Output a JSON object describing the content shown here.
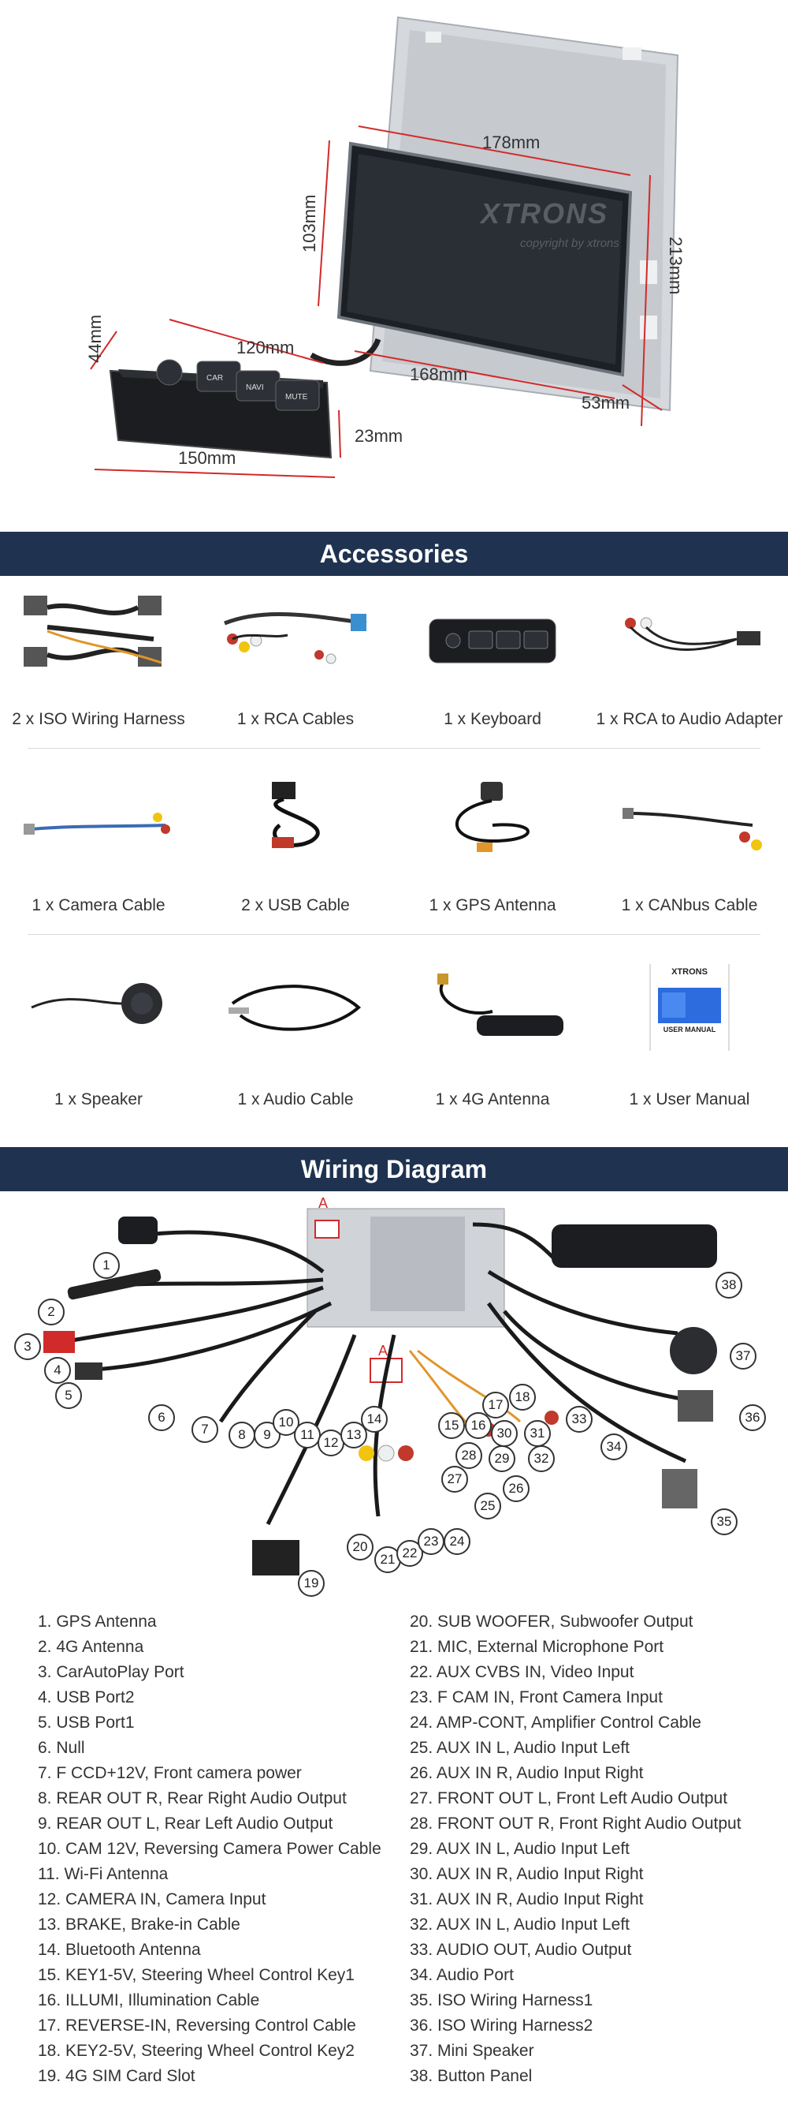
{
  "dimensions": {
    "screen_width": "178mm",
    "screen_height": "103mm",
    "frame_height": "213mm",
    "frame_width": "168mm",
    "frame_depth": "53mm",
    "keyboard_width": "120mm",
    "keyboard_length": "150mm",
    "keyboard_height": "44mm",
    "keyboard_depth": "23mm"
  },
  "keyboard_buttons": [
    "CAR",
    "NAVI",
    "MUTE"
  ],
  "watermark": {
    "brand": "XTRONS",
    "copyright": "copyright by xtrons"
  },
  "accessories": {
    "title": "Accessories",
    "items": [
      {
        "label": "2 x ISO Wiring Harness",
        "icon": "iso-harness-icon"
      },
      {
        "label": "1 x RCA Cables",
        "icon": "rca-cables-icon"
      },
      {
        "label": "1 x Keyboard",
        "icon": "keyboard-icon"
      },
      {
        "label": "1 x RCA to Audio Adapter",
        "icon": "rca-adapter-icon"
      },
      {
        "label": "1 x Camera Cable",
        "icon": "camera-cable-icon"
      },
      {
        "label": "2 x USB Cable",
        "icon": "usb-cable-icon"
      },
      {
        "label": "1 x GPS Antenna",
        "icon": "gps-antenna-icon"
      },
      {
        "label": "1 x CANbus Cable",
        "icon": "canbus-cable-icon"
      },
      {
        "label": "1 x Speaker",
        "icon": "speaker-icon"
      },
      {
        "label": "1 x Audio Cable",
        "icon": "audio-cable-icon"
      },
      {
        "label": "1 x 4G Antenna",
        "icon": "4g-antenna-icon"
      },
      {
        "label": "1 x User Manual",
        "icon": "user-manual-icon"
      }
    ],
    "manual_brand": "XTRONS",
    "manual_title": "USER MANUAL"
  },
  "wiring": {
    "title": "Wiring Diagram",
    "connector_marker": "A",
    "callouts": [
      "1",
      "2",
      "3",
      "4",
      "5",
      "6",
      "7",
      "8",
      "9",
      "10",
      "11",
      "12",
      "13",
      "14",
      "15",
      "16",
      "17",
      "18",
      "19",
      "20",
      "21",
      "22",
      "23",
      "24",
      "25",
      "26",
      "27",
      "28",
      "29",
      "30",
      "31",
      "32",
      "33",
      "34",
      "35",
      "36",
      "37",
      "38"
    ]
  },
  "legend": {
    "left": [
      "1. GPS Antenna",
      "2. 4G Antenna",
      "3. CarAutoPlay Port",
      "4. USB Port2",
      "5. USB Port1",
      "6. Null",
      "7. F CCD+12V, Front camera power",
      "8. REAR OUT R, Rear Right Audio Output",
      "9. REAR OUT L, Rear Left Audio Output",
      "10. CAM 12V, Reversing Camera Power Cable",
      "11. Wi-Fi Antenna",
      "12. CAMERA IN, Camera Input",
      "13. BRAKE, Brake-in Cable",
      "14. Bluetooth Antenna",
      "15. KEY1-5V, Steering Wheel Control Key1",
      "16. ILLUMI, Illumination Cable",
      "17. REVERSE-IN, Reversing Control Cable",
      "18. KEY2-5V, Steering Wheel Control Key2",
      "19. 4G SIM Card Slot"
    ],
    "right": [
      "20. SUB WOOFER, Subwoofer Output",
      "21. MIC, External Microphone Port",
      "22. AUX CVBS IN, Video Input",
      "23. F CAM IN, Front Camera Input",
      "24. AMP-CONT, Amplifier Control Cable",
      "25. AUX IN L, Audio Input Left",
      "26. AUX IN R, Audio Input Right",
      "27. FRONT OUT L, Front Left Audio Output",
      "28. FRONT OUT R, Front Right Audio Output",
      "29. AUX IN L, Audio Input Left",
      "30. AUX IN R, Audio Input Right",
      "31. AUX IN R, Audio Input Right",
      "32. AUX IN L, Audio Input Left",
      "33. AUDIO OUT, Audio Output",
      "34. Audio Port",
      "35. ISO Wiring Harness1",
      "36. ISO Wiring Harness2",
      "37. Mini Speaker",
      "38. Button Panel"
    ]
  },
  "colors": {
    "header_bg": "#1f3350",
    "dimension_red": "#d22a2a",
    "bracket_gray": "#c9ccd0"
  }
}
